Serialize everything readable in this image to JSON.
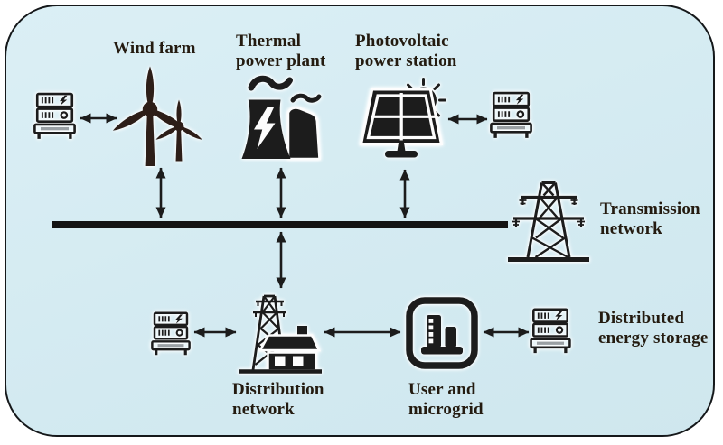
{
  "colors": {
    "panel_background": "#d7edf3",
    "ink": "#1c1c1c",
    "wind_turbine_ink": "#2d1e18",
    "page_background": "#ffffff"
  },
  "labels": {
    "wind_farm": "Wind farm",
    "thermal_power_plant": "Thermal\npower plant",
    "photovoltaic_power_station": "Photovoltaic\npower station",
    "transmission_network": "Transmission\nnetwork",
    "distribution_network": "Distribution\nnetwork",
    "user_and_microgrid": "User and\nmicrogrid",
    "distributed_energy_storage": "Distributed\nenergy storage"
  },
  "icons": {
    "storage_rack": "energy-storage-rack-icon",
    "wind_farm": "wind-turbines-icon",
    "thermal_power_plant": "cooling-tower-plant-icon",
    "photovoltaic_power_station": "solar-panel-sun-icon",
    "transmission_network": "transmission-tower-icon",
    "distribution_network": "pylon-and-house-icon",
    "user_and_microgrid": "buildings-rounded-square-icon"
  },
  "connections": [
    {
      "from": "storage-top-left",
      "to": "wind-farm",
      "type": "bidirectional"
    },
    {
      "from": "photovoltaic-power-station",
      "to": "storage-top-right",
      "type": "bidirectional"
    },
    {
      "from": "wind-farm",
      "to": "transmission-bus",
      "type": "bidirectional"
    },
    {
      "from": "thermal-power-plant",
      "to": "transmission-bus",
      "type": "bidirectional"
    },
    {
      "from": "photovoltaic-power-station",
      "to": "transmission-bus",
      "type": "bidirectional"
    },
    {
      "from": "transmission-bus",
      "to": "distribution-network",
      "type": "bidirectional"
    },
    {
      "from": "storage-bottom-left",
      "to": "distribution-network",
      "type": "bidirectional"
    },
    {
      "from": "distribution-network",
      "to": "user-and-microgrid",
      "type": "bidirectional"
    },
    {
      "from": "user-and-microgrid",
      "to": "storage-bottom-right",
      "type": "bidirectional"
    }
  ]
}
